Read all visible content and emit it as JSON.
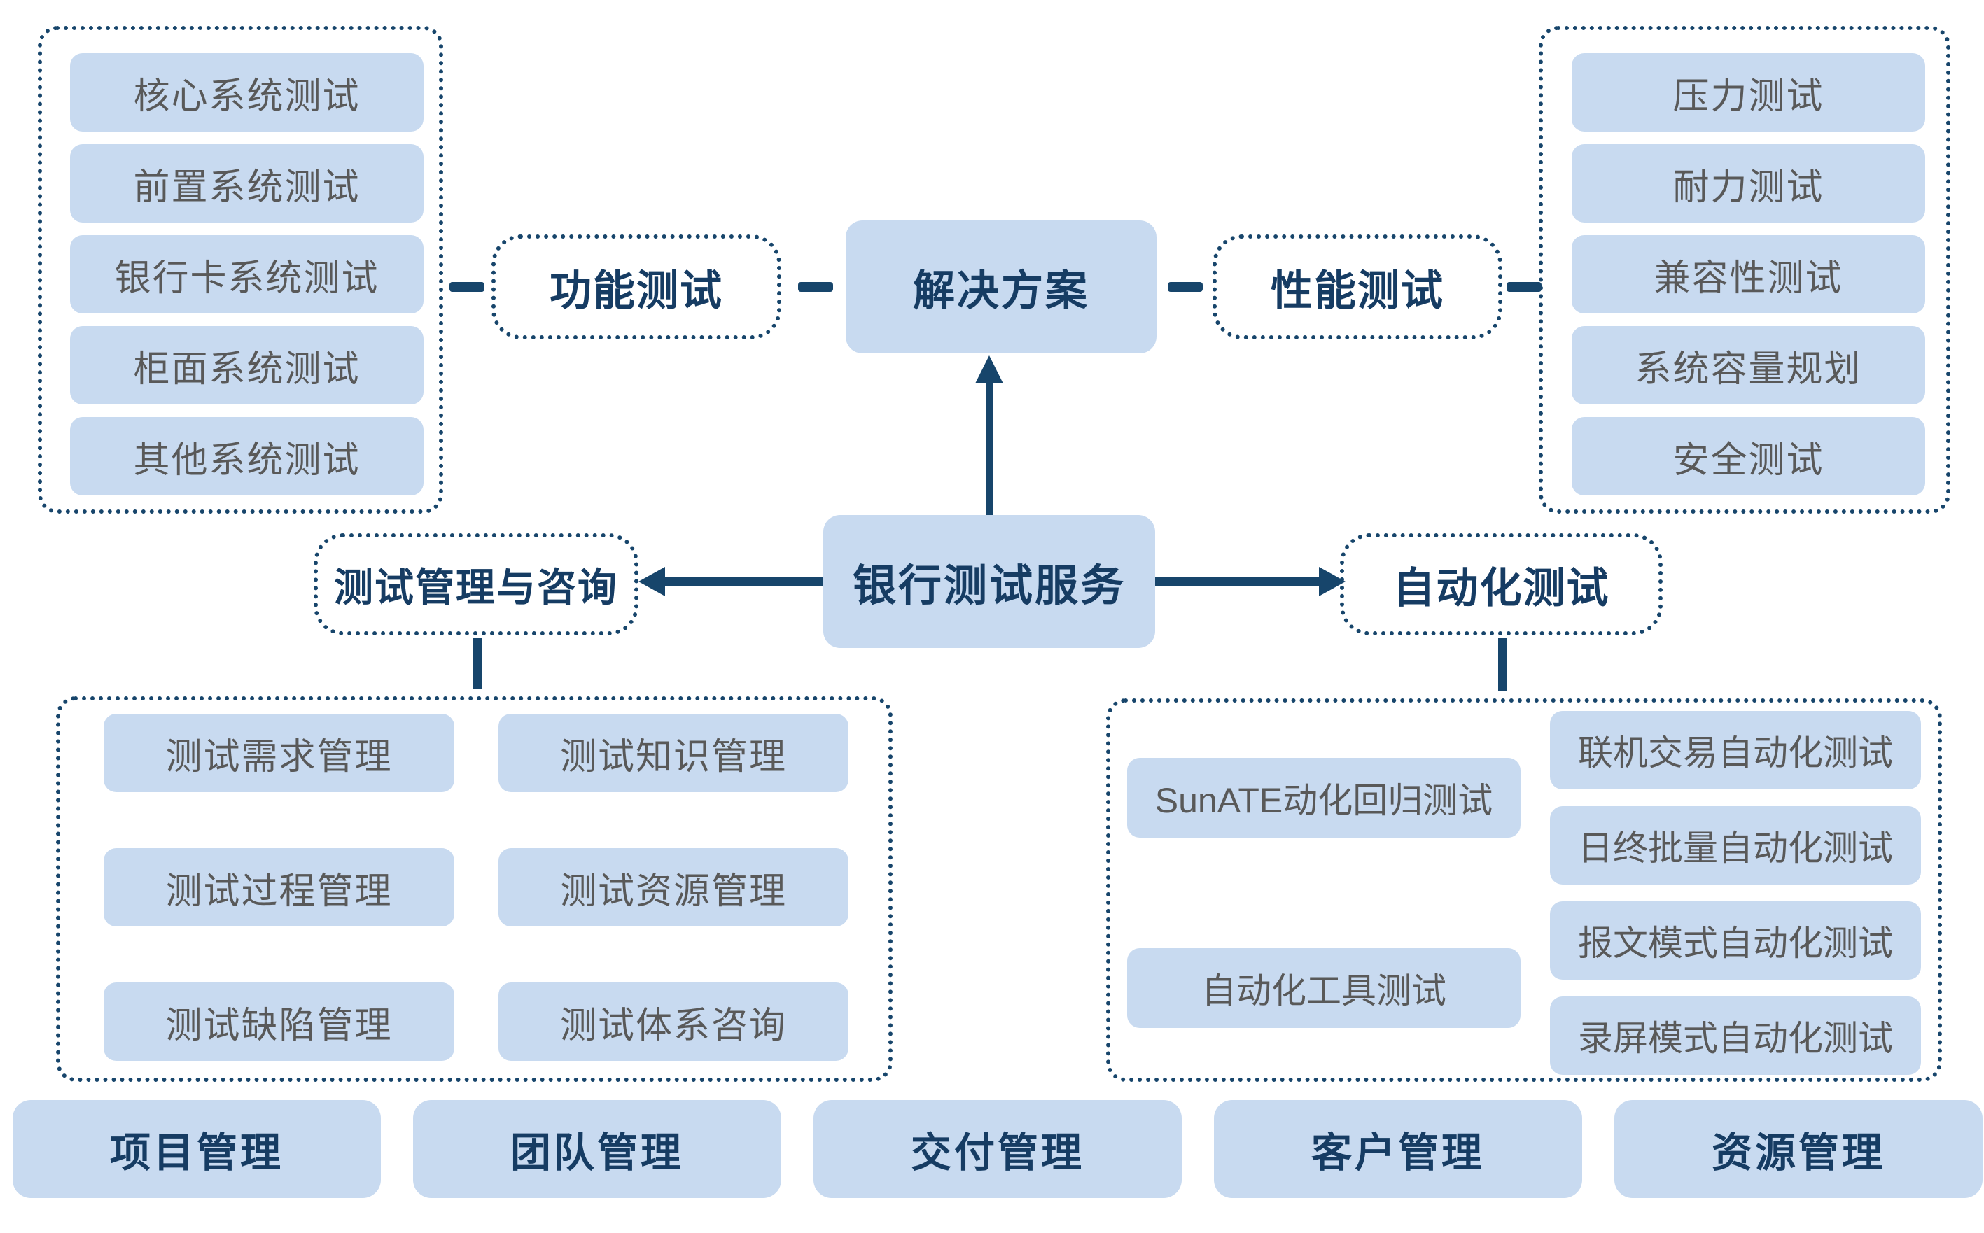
{
  "center_node": {
    "label": "银行测试服务"
  },
  "solution_node": {
    "label": "解决方案"
  },
  "function_test": {
    "label": "功能测试",
    "items": [
      "核心系统测试",
      "前置系统测试",
      "银行卡系统测试",
      "柜面系统测试",
      "其他系统测试"
    ]
  },
  "performance_test": {
    "label": "性能测试",
    "items": [
      "压力测试",
      "耐力测试",
      "兼容性测试",
      "系统容量规划",
      "安全测试"
    ]
  },
  "management": {
    "label": "测试管理与咨询",
    "left_items": [
      "测试需求管理",
      "测试过程管理",
      "测试缺陷管理"
    ],
    "right_items": [
      "测试知识管理",
      "测试资源管理",
      "测试体系咨询"
    ]
  },
  "automation": {
    "label": "自动化测试",
    "left_items": [
      "SunATE动化回归测试",
      "自动化工具测试"
    ],
    "right_items": [
      "联机交易自动化测试",
      "日终批量自动化测试",
      "报文模式自动化测试",
      "录屏模式自动化测试"
    ]
  },
  "bottom_row": {
    "items": [
      "项目管理",
      "团队管理",
      "交付管理",
      "客户管理",
      "资源管理"
    ]
  },
  "colors": {
    "box_fill": "#c8daf0",
    "line_navy": "#17456b",
    "text_navy": "#163c63",
    "text_gray": "#595959"
  }
}
